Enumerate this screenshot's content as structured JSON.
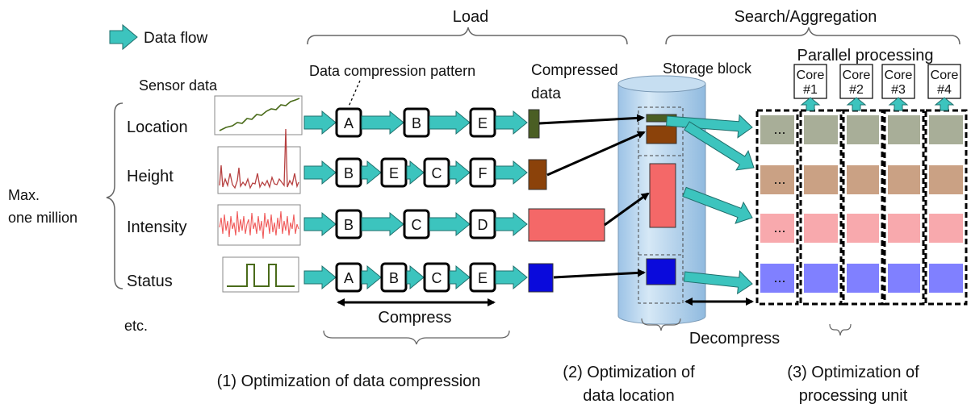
{
  "legend": {
    "data_flow": "Data flow"
  },
  "headers": {
    "load": "Load",
    "search_aggregation": "Search/Aggregation",
    "parallel_processing": "Parallel processing",
    "storage_block": "Storage block",
    "compressed_data": [
      "Compressed",
      "data"
    ],
    "compression_pattern": "Data compression pattern",
    "sensor_data": "Sensor data"
  },
  "max_label": [
    "Max.",
    "one million"
  ],
  "sensors": [
    {
      "label": "Location",
      "steps": [
        "A",
        "B",
        "E"
      ]
    },
    {
      "label": "Height",
      "steps": [
        "B",
        "E",
        "C",
        "F"
      ]
    },
    {
      "label": "Intensity",
      "steps": [
        "B",
        "C",
        "D"
      ]
    },
    {
      "label": "Status",
      "steps": [
        "A",
        "B",
        "C",
        "E"
      ]
    }
  ],
  "etc": "etc.",
  "compress": "Compress",
  "decompress": "Decompress",
  "ellipsis": "...",
  "cores": [
    [
      "Core",
      "#1"
    ],
    [
      "Core",
      "#2"
    ],
    [
      "Core",
      "#3"
    ],
    [
      "Core",
      "#4"
    ]
  ],
  "captions": {
    "c1": "(1) Optimization of data compression",
    "c2": [
      "(2) Optimization of",
      "data location"
    ],
    "c3": [
      "(3) Optimization of",
      "processing unit"
    ]
  },
  "colors": {
    "arrow": "#3cc4be",
    "location": "#4a5e23",
    "height": "#8b420a",
    "intensity": "#f46868",
    "status": "#0a0adc",
    "cyl_top": "#c6def1",
    "cyl_body": "#a8cbe8",
    "row_location": "#a8ae98",
    "row_height": "#caa184",
    "row_intensity": "#f8a9ad",
    "row_status": "#8080ff"
  }
}
